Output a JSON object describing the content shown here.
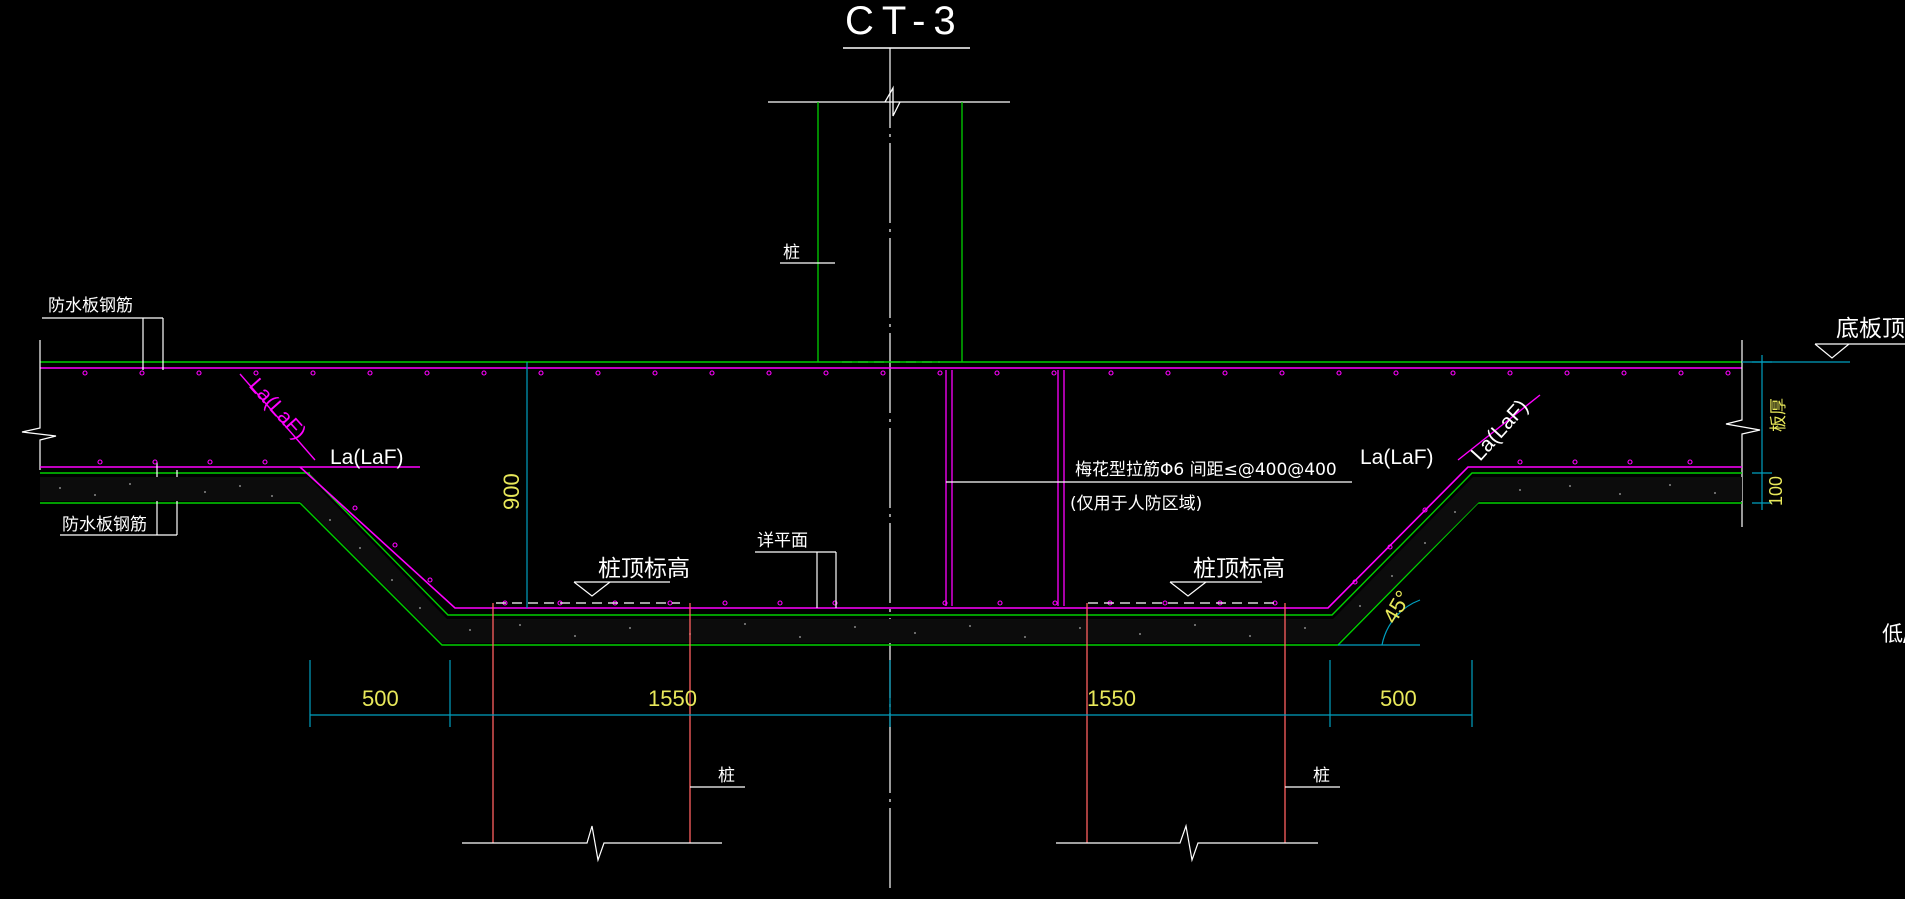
{
  "title": "CT-3",
  "labels": {
    "pile_top": "桩",
    "waterproof_rebar_left_top": "防水板钢筋",
    "waterproof_rebar_left_bottom": "防水板钢筋",
    "slab_top_elev": "底板顶标",
    "slab_thickness": "板厚",
    "la_left_diag": "La(LaF)",
    "la_left_horiz": "La(LaF)",
    "la_right_horiz": "La(LaF)",
    "la_right_diag": "La(LaF)",
    "tie_bar_note": "梅花型拉筋Φ6 间距≤@400@400",
    "tie_bar_note_2": "(仅用于人防区域)",
    "see_plan": "详平面",
    "pile_top_elev_left": "桩顶标高",
    "pile_top_elev_right": "桩顶标高",
    "pile_bottom_left": "桩",
    "pile_bottom_right": "桩",
    "angle": "45°",
    "edge_text": "低/"
  },
  "dimensions": {
    "depth": "900",
    "cushion": "100",
    "seg1": "500",
    "seg2": "1550",
    "seg3": "1550",
    "seg4": "500"
  },
  "colors": {
    "background": "#000000",
    "magenta": "#ff00ff",
    "green": "#00d000",
    "cyan": "#00a0c0",
    "red": "#ff6060",
    "white": "#ffffff",
    "yellow": "#e8e85a"
  }
}
